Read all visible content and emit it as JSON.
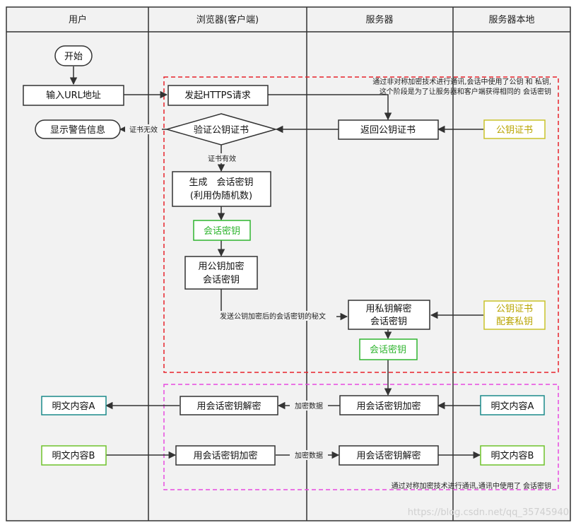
{
  "lanes": {
    "user": "用户",
    "browser": "浏览器(客户端)",
    "server": "服务器",
    "server_local": "服务器本地"
  },
  "nodes": {
    "start": "开始",
    "input_url": "输入URL地址",
    "https_request": "发起HTTPS请求",
    "verify_cert_label": "验证公钥证书",
    "show_warning": "显示警告信息",
    "gen_key_line1": "生成　会话密钥",
    "gen_key_line2": "(利用伪随机数)",
    "session_key_client": "会话密钥",
    "encrypt_line1": "用公钥加密",
    "encrypt_line2": "会话密钥",
    "return_cert": "返回公钥证书",
    "public_cert": "公钥证书",
    "decrypt_line1": "用私钥解密",
    "decrypt_line2": "会话密钥",
    "cert_pair_line1": "公钥证书",
    "cert_pair_line2": "配套私钥",
    "session_key_server": "会话密钥",
    "plaintext_a_user": "明文内容A",
    "client_decrypt": "用会话密钥解密",
    "server_encrypt": "用会话密钥加密",
    "plaintext_a_local": "明文内容A",
    "plaintext_b_user": "明文内容B",
    "client_encrypt": "用会话密钥加密",
    "server_decrypt": "用会话密钥解密",
    "plaintext_b_local": "明文内容B"
  },
  "edge_labels": {
    "cert_invalid": "证书无效",
    "cert_valid": "证书有效",
    "send_encrypted_key": "发送公钥加密后的会话密钥的秘文",
    "encrypted_data_down": "加密数据",
    "encrypted_data_up": "加密数据"
  },
  "notes": {
    "asymmetric_line1": "通过非对称加密技术进行通讯,会话中使用了公钥 和 私钥,",
    "asymmetric_line2": "这个阶段是为了让服务器和客户端获得相同的 会话密钥",
    "symmetric": "通过对称加密技术进行通讯,通讯中使用了 会话密钥"
  },
  "watermark": "https://blog.csdn.net/qq_35745940",
  "colors": {
    "asymmetric_border": "#e8232a",
    "symmetric_border": "#e84be0",
    "green_node": "#2fb52f",
    "yellow_node_border": "#c9c22a",
    "yellow_node_text": "#b8a400",
    "teal_node": "#1a8a8a",
    "lime_node": "#6ec22a",
    "lane_background": "#f2f2f2"
  }
}
